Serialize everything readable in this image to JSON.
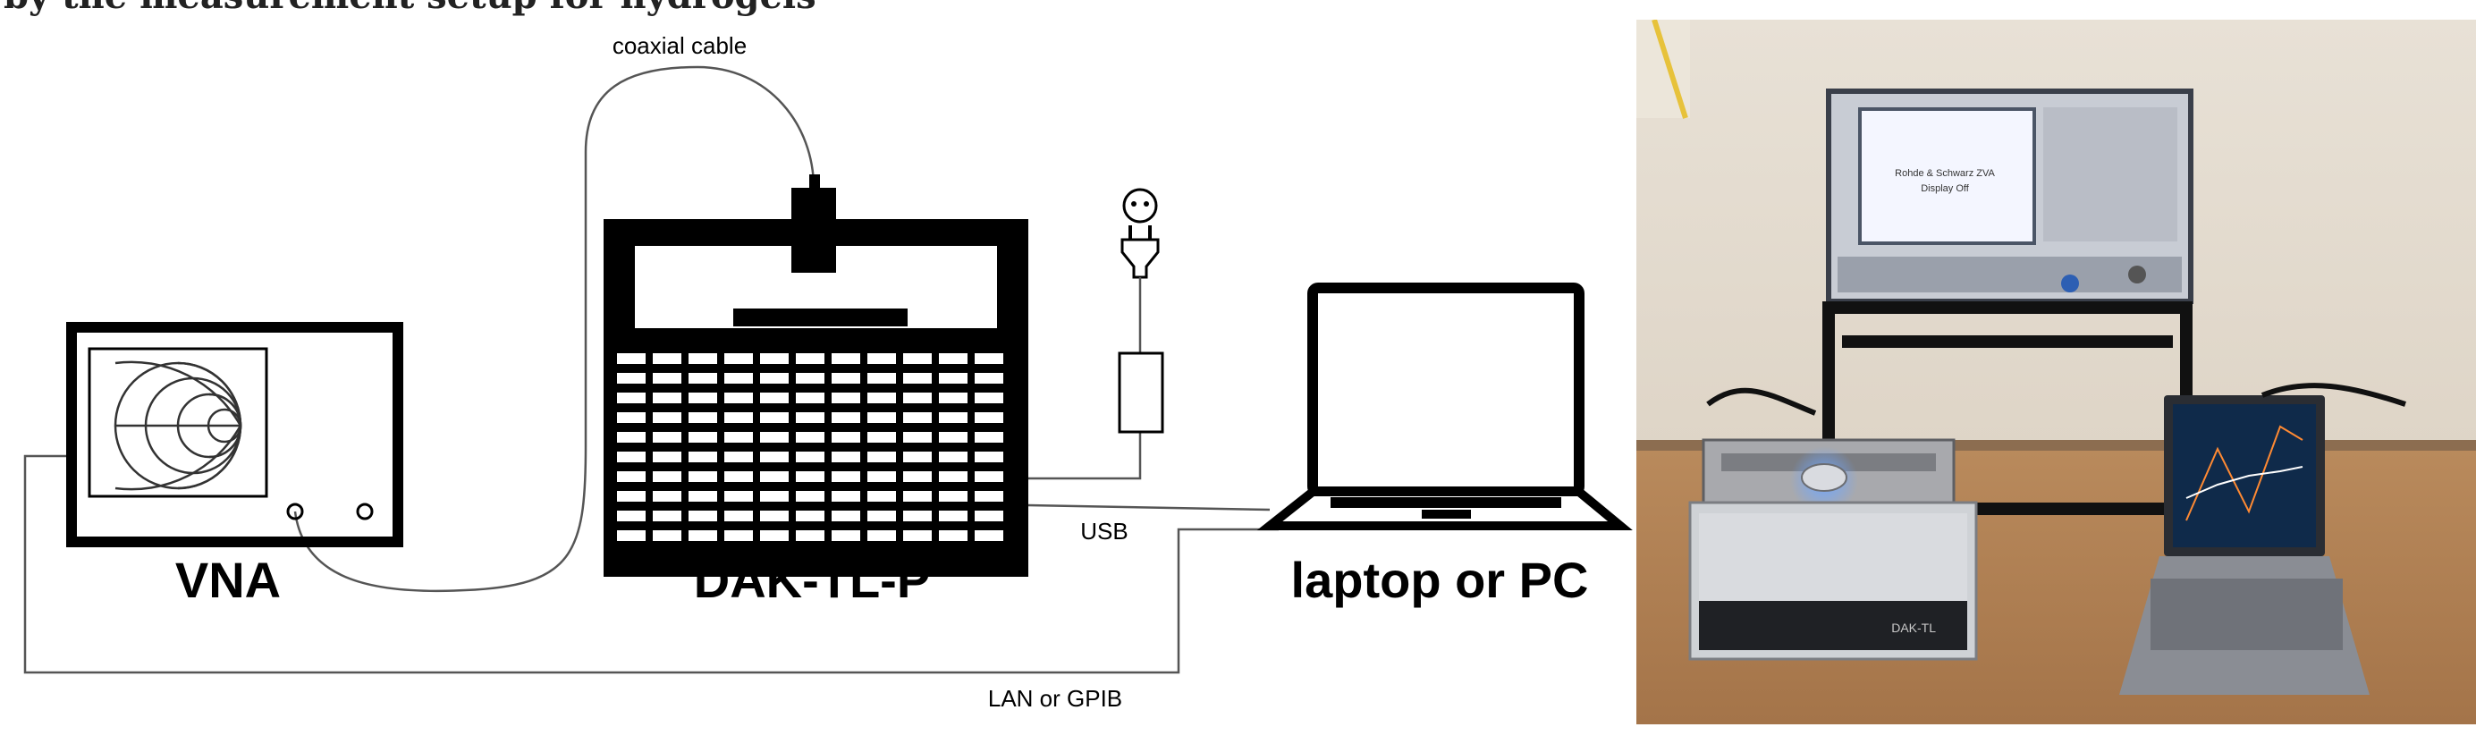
{
  "header": {
    "cut_text": "by the measurement setup for hydrogels"
  },
  "labels": {
    "vna": "VNA",
    "dak": "DAK-TL-P",
    "laptop": "laptop or PC",
    "coax": "coaxial cable",
    "usb": "USB",
    "lan": "LAN or GPIB"
  },
  "photo": {
    "vna_screen_text_1": "Rohde & Schwarz ZVA",
    "vna_screen_text_2": "Display Off",
    "dak_logo": "DAK-TL"
  },
  "icons": [
    "power-socket-icon",
    "power-plug-icon",
    "smith-chart-icon"
  ]
}
